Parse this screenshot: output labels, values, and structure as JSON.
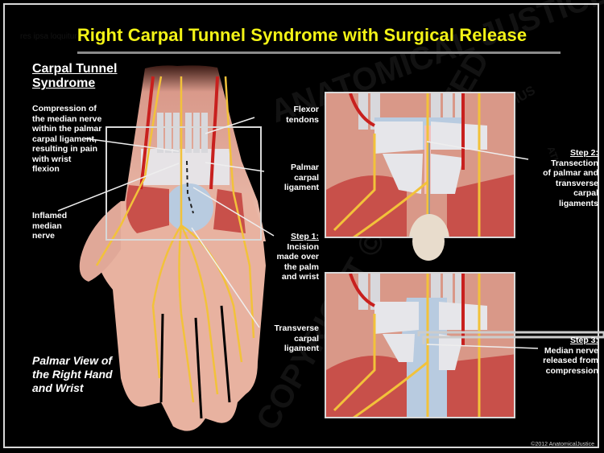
{
  "title": "Right Carpal Tunnel Syndrome with Surgical Release",
  "left": {
    "heading_line1": "Carpal Tunnel",
    "heading_line2": "Syndrome",
    "compression_note": [
      "Compression of",
      "the median nerve",
      "within the palmar",
      "carpal ligament,",
      "resulting in pain",
      "with wrist",
      "flexion"
    ],
    "inflamed_label": [
      "Inflamed",
      "median",
      "nerve"
    ],
    "view_caption": [
      "Palmar View of",
      "the Right Hand",
      "and Wrist"
    ]
  },
  "center_labels": {
    "flexor": [
      "Flexor",
      "tendons"
    ],
    "palmar_ligament": [
      "Palmar",
      "carpal",
      "ligament"
    ],
    "step1_title": "Step 1:",
    "step1_text": [
      "Incision",
      "made over",
      "the palm",
      "and wrist"
    ],
    "transverse": [
      "Transverse",
      "carpal",
      "ligament"
    ]
  },
  "step2": {
    "title": "Step 2:",
    "text": [
      "Transection",
      "of palmar and",
      "transverse",
      "carpal",
      "ligaments"
    ]
  },
  "step3": {
    "title": "Step 3:",
    "text": [
      "Median nerve",
      "released from",
      "compression"
    ]
  },
  "watermarks": [
    "ANATOMICAL JUSTICE",
    "COPYRIGHT © PROTECTED",
    "ASCLEPIUS",
    "ATHENA",
    "res ipsa loquitur"
  ],
  "copyright": "©2012 AnatomicalJustice",
  "colors": {
    "title": "#f3f316",
    "background": "#000000",
    "nerve": "#f2c23a",
    "artery": "#c8201e",
    "muscle": "#c8504a",
    "skin": "#e8b0a0",
    "ligament": "#e4e4e8"
  }
}
